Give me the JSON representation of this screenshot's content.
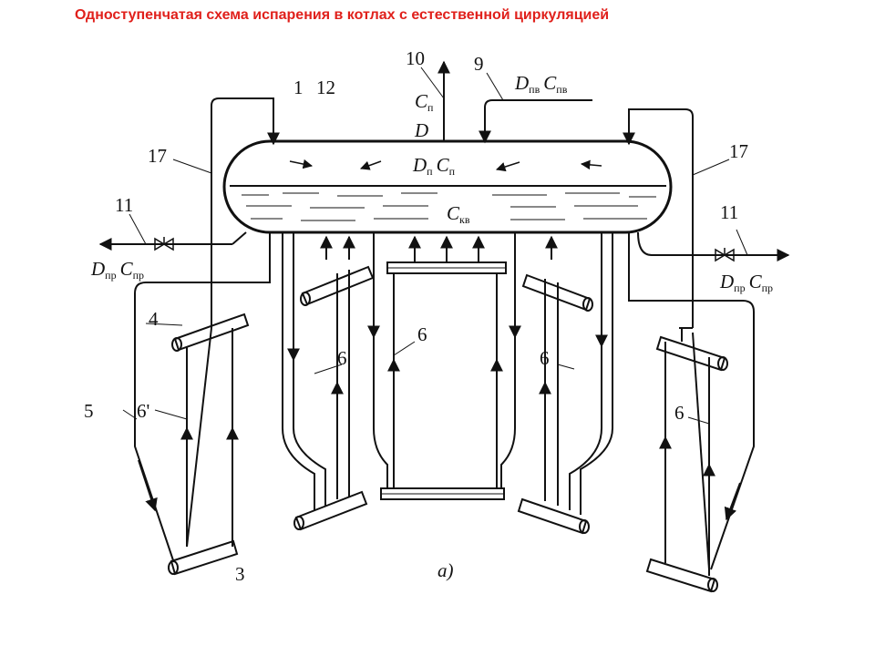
{
  "title": "Одноступенчатая схема испарения в котлах с естественной циркуляцией",
  "labels": {
    "n10": "10",
    "n9": "9",
    "n1": "1",
    "n12": "12",
    "n17": "17",
    "n11": "11",
    "n4": "4",
    "n6": "6",
    "n6p": "6'",
    "n5": "5",
    "n3": "3",
    "Cp": "C",
    "Cp_sub": "п",
    "D": "D",
    "Dp": "D",
    "Dp_sub": "п",
    "Cp2": "C",
    "Cp2_sub": "п",
    "Ckv": "C",
    "Ckv_sub": "кв",
    "Dpv": "D",
    "Dpv_sub": "пв",
    "Cpv": "C",
    "Cpv_sub": "пв",
    "Dpr": "D",
    "Dpr_sub": "пр",
    "Cpr": "C",
    "Cpr_sub": "пр",
    "fig": "а)"
  }
}
